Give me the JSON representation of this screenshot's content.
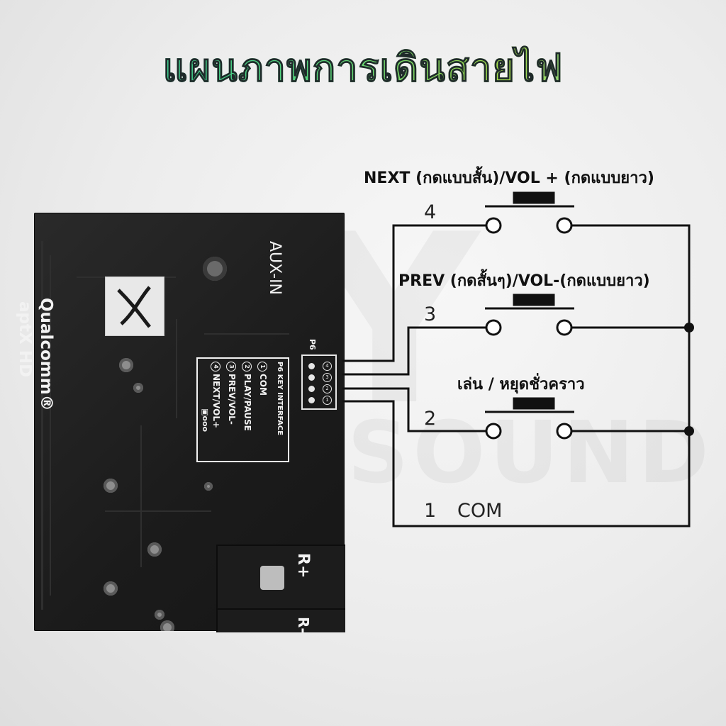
{
  "title": "แผนภาพการเดินสายไฟ",
  "watermark": {
    "line1": "DIY",
    "line2": "SOUND"
  },
  "board": {
    "brand": "Qualcomm®",
    "codec": "aptX HD",
    "aux_label": "AUX-IN",
    "header_label": "P6",
    "terminal_plus": "R+",
    "terminal_minus": "R-",
    "legend": {
      "header": "P6 KEY INTERFACE",
      "items": [
        {
          "num": "1",
          "text": "COM"
        },
        {
          "num": "2",
          "text": "PLAY/PAUSE"
        },
        {
          "num": "3",
          "text": "PREV/VOL-"
        },
        {
          "num": "4",
          "text": "NEXT/VOL+"
        }
      ],
      "pins_glyph": "▣ooo"
    },
    "connector_pins": [
      "4",
      "3",
      "2",
      "1"
    ]
  },
  "buttons": [
    {
      "pin": "4",
      "label": "NEXT (กดแบบสั้น)/VOL + (กดแบบยาว)"
    },
    {
      "pin": "3",
      "label": "PREV (กดสั้นๆ)/VOL-(กดแบบยาว)"
    },
    {
      "pin": "2",
      "label": "เล่น / หยุดชั่วคราว"
    }
  ],
  "com": {
    "pin": "1",
    "label": "COM"
  },
  "colors": {
    "wire": "#111111",
    "board": "#1e1e1e",
    "silkscreen": "#f2f2f2"
  }
}
